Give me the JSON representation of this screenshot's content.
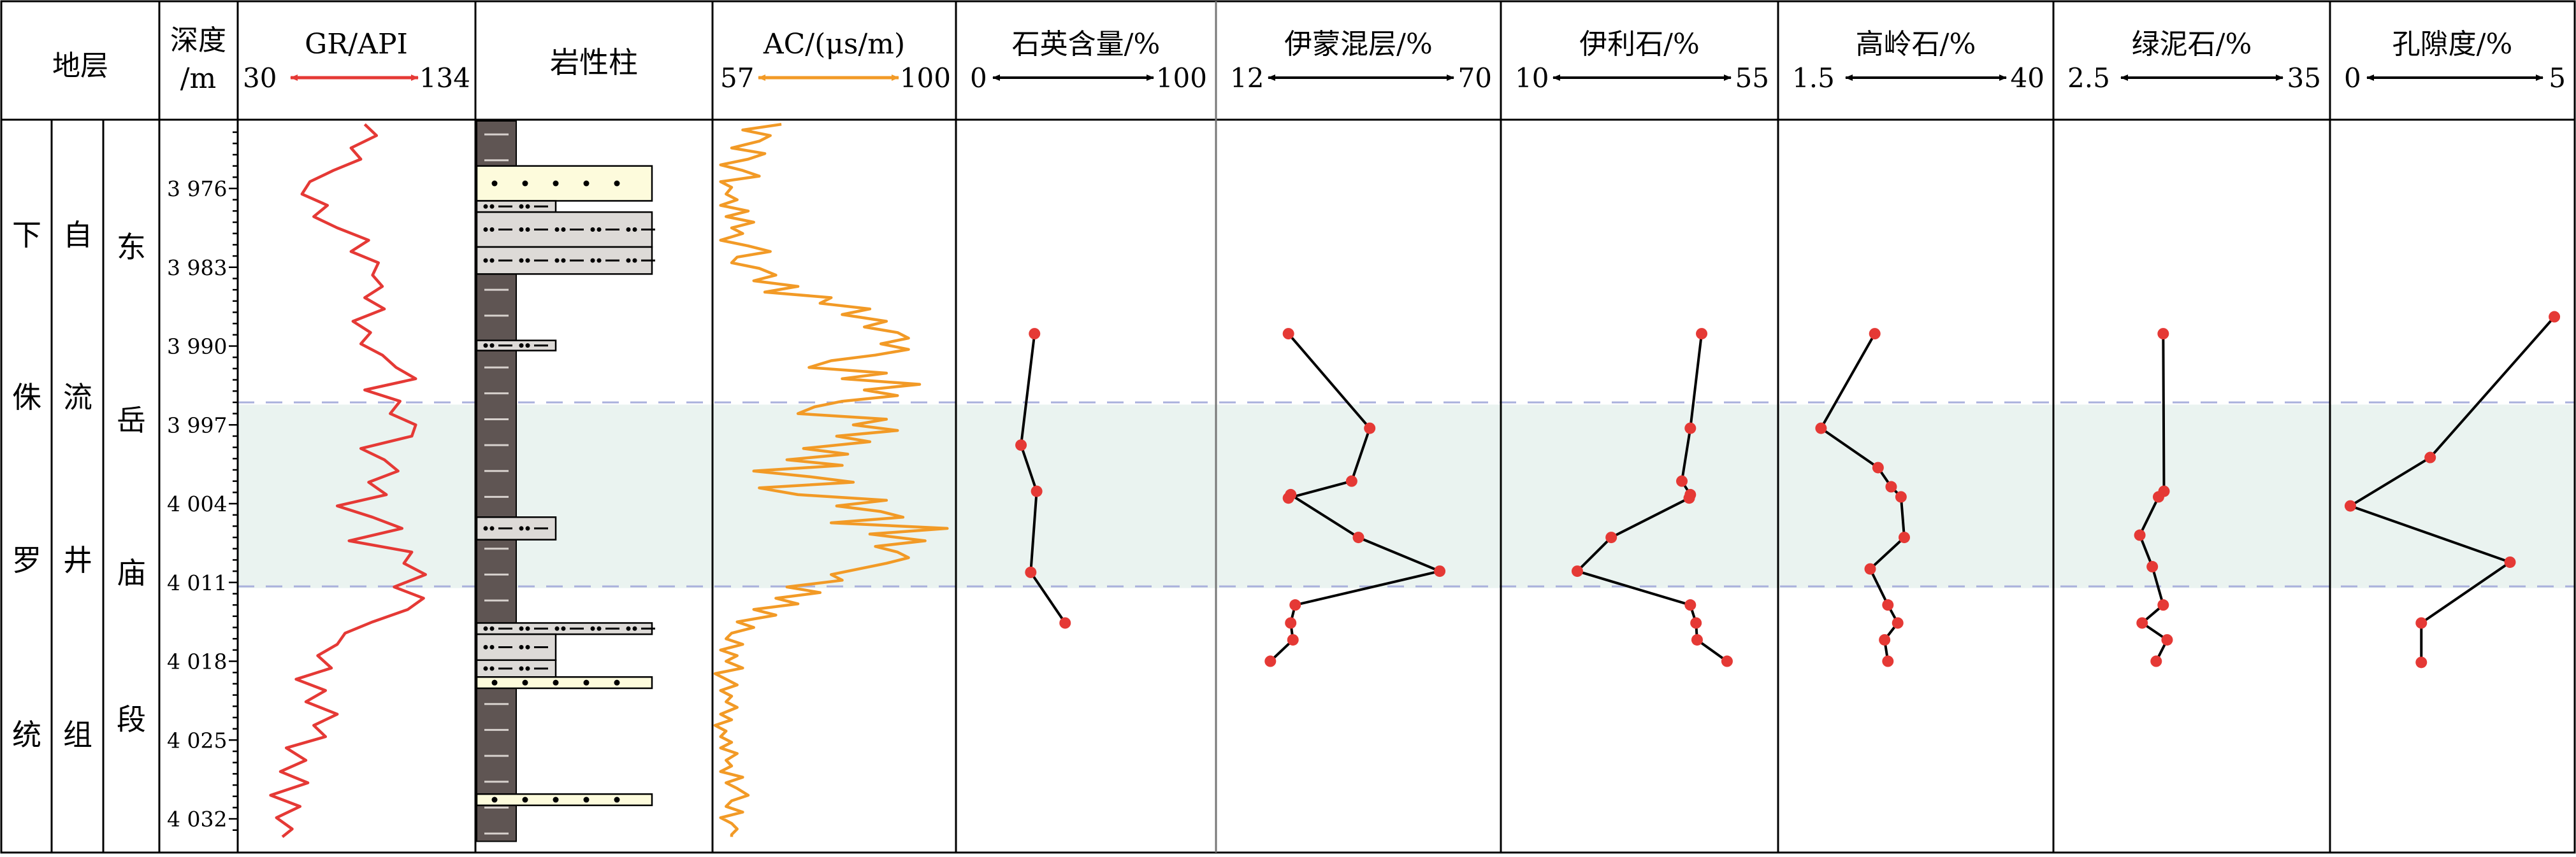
{
  "header": {
    "stratum": "地层",
    "depth": [
      "深度",
      "/m"
    ],
    "lithology": "岩性柱"
  },
  "strata": {
    "series": [
      "下",
      "侏",
      "罗",
      "统"
    ],
    "group": [
      "自",
      "流",
      "井",
      "组"
    ],
    "member": [
      "东",
      "岳",
      "庙",
      "段"
    ]
  },
  "depth_ticks": [
    "3 976",
    "3 983",
    "3 990",
    "3 997",
    "4 004",
    "4 011",
    "4 018",
    "4 025",
    "4 032"
  ],
  "colors": {
    "gr": "#e53935",
    "ac": "#f29a26",
    "points": "#e53935",
    "lines": "#000000",
    "band": "#eaf3f0",
    "dash": "#aab1dc",
    "mudstone": "#5f5553",
    "sandstone": "#fdfbdc",
    "siltstone": "#dddad7"
  },
  "lithology_legend_hint": "sandstone-sandstone-siltstone-mudstone",
  "chart_data": {
    "type": "line",
    "y_axis": {
      "label": "深度/m",
      "ylim": [
        3970,
        4034
      ],
      "direction": "down"
    },
    "highlight_band": [
      3995.2,
      4011.5
    ],
    "logs": [
      {
        "name": "GR/API",
        "min_label": "30",
        "max_label": "134",
        "xlim": [
          30,
          134
        ],
        "depth": [
          3970.3,
          3971.3,
          3972.4,
          3973.4,
          3974.4,
          3975.4,
          3976.5,
          3977.5,
          3978.5,
          3979.5,
          3980.6,
          3981.6,
          3982.6,
          3983.7,
          3984.7,
          3985.7,
          3986.7,
          3987.8,
          3988.8,
          3989.8,
          3990.8,
          3991.9,
          3992.9,
          3993.9,
          3994.9,
          3996.0,
          3997.0,
          3998.0,
          3999.1,
          4000.1,
          4001.1,
          4002.1,
          4003.2,
          4004.2,
          4005.2,
          4006.2,
          4007.3,
          4008.3,
          4009.3,
          4010.3,
          4011.4,
          4012.4,
          4013.4,
          4014.5,
          4015.5,
          4016.5,
          4017.5,
          4018.6,
          4019.6,
          4020.6,
          4021.6,
          4022.7,
          4023.7,
          4024.7,
          4025.7,
          4026.8,
          4027.8,
          4028.8,
          4029.9,
          4030.9,
          4031.9,
          4032.9,
          4033.6
        ],
        "value": [
          86,
          92,
          79,
          84,
          70,
          58,
          54,
          67,
          60,
          72,
          88,
          79,
          93,
          90,
          95,
          86,
          96,
          80,
          89,
          84,
          95,
          102,
          112,
          86,
          104,
          99,
          112,
          110,
          84,
          96,
          103,
          88,
          97,
          72,
          90,
          105,
          78,
          110,
          106,
          117,
          101,
          116,
          108,
          90,
          76,
          72,
          62,
          69,
          51,
          66,
          56,
          72,
          60,
          66,
          46,
          56,
          43,
          57,
          38,
          53,
          41,
          49,
          44
        ]
      },
      {
        "name": "AC/(μs/m)",
        "min_label": "57",
        "max_label": "100",
        "xlim": [
          57,
          100
        ],
        "depth": [
          3970.3,
          3970.8,
          3971.3,
          3971.8,
          3972.4,
          3972.9,
          3973.4,
          3973.9,
          3974.4,
          3974.9,
          3975.4,
          3975.9,
          3976.5,
          3977.0,
          3977.5,
          3978.0,
          3978.5,
          3979.0,
          3979.5,
          3980.0,
          3980.6,
          3981.1,
          3981.6,
          3982.1,
          3982.6,
          3983.1,
          3983.7,
          3984.2,
          3984.7,
          3985.2,
          3985.7,
          3986.2,
          3986.7,
          3987.2,
          3987.8,
          3988.3,
          3988.8,
          3989.3,
          3989.8,
          3990.3,
          3990.8,
          3991.3,
          3991.9,
          3992.4,
          3992.9,
          3993.4,
          3993.9,
          3994.4,
          3994.9,
          3995.4,
          3996.0,
          3996.5,
          3997.0,
          3997.5,
          3998.0,
          3998.5,
          3999.1,
          3999.6,
          4000.1,
          4000.6,
          4001.1,
          4001.6,
          4002.1,
          4002.6,
          4003.2,
          4003.7,
          4004.2,
          4004.7,
          4005.2,
          4005.7,
          4006.2,
          4006.7,
          4007.3,
          4007.8,
          4008.3,
          4008.8,
          4009.3,
          4009.8,
          4010.3,
          4010.8,
          4011.4,
          4011.9,
          4012.4,
          4012.9,
          4013.4,
          4013.9,
          4014.5,
          4015.0,
          4015.5,
          4016.0,
          4016.5,
          4017.0,
          4017.5,
          4018.0,
          4018.6,
          4019.1,
          4019.6,
          4020.1,
          4020.6,
          4021.1,
          4021.6,
          4022.1,
          4022.7,
          4023.2,
          4023.7,
          4024.2,
          4024.7,
          4025.2,
          4025.7,
          4026.2,
          4026.8,
          4027.3,
          4027.8,
          4028.3,
          4028.8,
          4029.3,
          4029.9,
          4030.4,
          4030.9,
          4031.4,
          4031.9,
          4032.4,
          4032.9,
          4033.4,
          4033.6
        ],
        "value": [
          69,
          62,
          67,
          65,
          60,
          66,
          63,
          58,
          62,
          65,
          58,
          60,
          59,
          61,
          58,
          63,
          59,
          64,
          60,
          62,
          58,
          63,
          67,
          61,
          60,
          65,
          68,
          64,
          72,
          66,
          78,
          76,
          85,
          80,
          88,
          84,
          90,
          92,
          87,
          92,
          86,
          78,
          74,
          88,
          80,
          94,
          84,
          90,
          80,
          75,
          72,
          88,
          82,
          90,
          79,
          85,
          73,
          81,
          70,
          80,
          64,
          74,
          82,
          65,
          72,
          88,
          79,
          87,
          91,
          78,
          99,
          85,
          95,
          86,
          90,
          92,
          88,
          83,
          78,
          80,
          70,
          76,
          68,
          72,
          64,
          68,
          61,
          64,
          60,
          59,
          62,
          58,
          61,
          59,
          62,
          57,
          59,
          61,
          58,
          60,
          59,
          61,
          58,
          60,
          57,
          59,
          58,
          60,
          58,
          61,
          59,
          60,
          58,
          62,
          59,
          61,
          63,
          60,
          59,
          62,
          58,
          60,
          61,
          60,
          60
        ]
      }
    ],
    "profiles": [
      {
        "name": "石英含量/%",
        "min_label": "0",
        "max_label": "100",
        "xlim": [
          0,
          100
        ],
        "depth": [
          3988.9,
          3998.8,
          4002.9,
          4010.1,
          4014.6
        ],
        "value": [
          28.3,
          22.6,
          29.2,
          26.7,
          41.2
        ]
      },
      {
        "name": "伊蒙混层/%",
        "min_label": "12",
        "max_label": "70",
        "xlim": [
          12,
          70
        ],
        "depth": [
          3988.9,
          3997.3,
          4002.0,
          4003.5,
          4003.2,
          4007.0,
          4010.0,
          4013.0,
          4014.6,
          4016.1,
          4018.0
        ],
        "value": [
          25.5,
          43.5,
          39.5,
          25.5,
          26.0,
          41.0,
          59.0,
          27.0,
          26.0,
          26.5,
          21.5
        ]
      },
      {
        "name": "伊利石/%",
        "min_label": "10",
        "max_label": "55",
        "xlim": [
          10,
          55
        ],
        "depth": [
          3988.9,
          3997.3,
          4002.0,
          4003.2,
          4003.5,
          4007.0,
          4010.0,
          4013.0,
          4014.6,
          4016.1,
          4018.0
        ],
        "value": [
          43.5,
          41.5,
          40.0,
          41.5,
          41.3,
          27.5,
          21.5,
          41.5,
          42.5,
          42.7,
          48.0
        ]
      },
      {
        "name": "高岭石/%",
        "min_label": "1.5",
        "max_label": "40",
        "xlim": [
          1.5,
          40
        ],
        "depth": [
          3988.9,
          3997.3,
          4000.8,
          4002.5,
          4003.4,
          4007.0,
          4009.8,
          4013.0,
          4014.6,
          4016.1,
          4018.0
        ],
        "value": [
          14.5,
          6.3,
          15.0,
          17.0,
          18.5,
          19.0,
          13.8,
          16.5,
          18.0,
          16.0,
          16.5
        ]
      },
      {
        "name": "绿泥石/%",
        "min_label": "2.5",
        "max_label": "35",
        "xlim": [
          2.5,
          35
        ],
        "depth": [
          3988.9,
          4002.9,
          4003.4,
          4006.8,
          4009.6,
          4013.0,
          4014.6,
          4016.1,
          4018.0
        ],
        "value": [
          15.1,
          15.2,
          14.5,
          12.1,
          13.7,
          15.1,
          12.4,
          15.6,
          14.2
        ]
      },
      {
        "name": "孔隙度/%",
        "min_label": "0",
        "max_label": "5",
        "xlim": [
          0,
          5
        ],
        "depth": [
          3987.4,
          3999.9,
          4004.2,
          4009.2,
          4014.6,
          4018.1
        ],
        "value": [
          4.8,
          2.0,
          0.2,
          3.8,
          1.8,
          1.8
        ]
      }
    ],
    "lithology_column": {
      "mudstone_base": [
        3970.0,
        4034.0
      ],
      "beds": [
        {
          "type": "sandstone",
          "top": 3974.0,
          "bottom": 3977.1,
          "width": "wide"
        },
        {
          "type": "siltstone",
          "top": 3977.1,
          "bottom": 3978.1,
          "width": "medium"
        },
        {
          "type": "siltstone",
          "top": 3978.1,
          "bottom": 3981.2,
          "width": "wide"
        },
        {
          "type": "siltstone",
          "top": 3981.2,
          "bottom": 3983.6,
          "width": "wide"
        },
        {
          "type": "siltstone",
          "top": 3989.5,
          "bottom": 3990.4,
          "width": "medium"
        },
        {
          "type": "siltstone",
          "top": 4005.2,
          "bottom": 4007.2,
          "width": "medium"
        },
        {
          "type": "siltstone",
          "top": 4014.6,
          "bottom": 4015.6,
          "width": "wide"
        },
        {
          "type": "siltstone",
          "top": 4015.6,
          "bottom": 4017.9,
          "width": "medium"
        },
        {
          "type": "siltstone",
          "top": 4017.9,
          "bottom": 4019.4,
          "width": "medium"
        },
        {
          "type": "sandstone",
          "top": 4019.4,
          "bottom": 4020.4,
          "width": "wide"
        },
        {
          "type": "sandstone",
          "top": 4029.8,
          "bottom": 4030.8,
          "width": "wide"
        }
      ]
    }
  }
}
